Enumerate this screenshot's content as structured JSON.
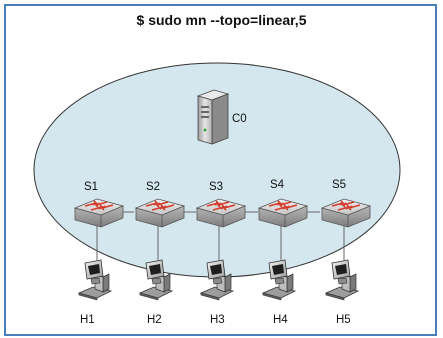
{
  "title": "$ sudo mn --topo=linear,5",
  "controller": {
    "label": "C0"
  },
  "switches": [
    {
      "label": "S1"
    },
    {
      "label": "S2"
    },
    {
      "label": "S3"
    },
    {
      "label": "S4"
    },
    {
      "label": "S5"
    }
  ],
  "hosts": [
    {
      "label": "H1"
    },
    {
      "label": "H2"
    },
    {
      "label": "H3"
    },
    {
      "label": "H4"
    },
    {
      "label": "H5"
    }
  ],
  "colors": {
    "border": "#4a7ebb",
    "ellipse_fill": "#d4e7ee",
    "switch_body": "#a9a9a9",
    "switch_top": "#d8d8d8",
    "switch_arrows": "#d43c2c"
  }
}
